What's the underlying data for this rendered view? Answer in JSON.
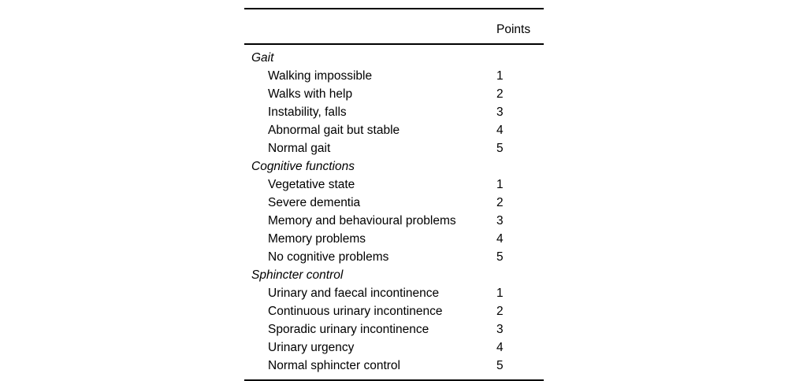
{
  "table": {
    "columns": [
      {
        "key": "label",
        "header": ""
      },
      {
        "key": "points",
        "header": "Points"
      }
    ],
    "sections": [
      {
        "name": "Gait",
        "items": [
          {
            "label": "Walking impossible",
            "points": "1"
          },
          {
            "label": "Walks with help",
            "points": "2"
          },
          {
            "label": "Instability, falls",
            "points": "3"
          },
          {
            "label": "Abnormal gait but stable",
            "points": "4"
          },
          {
            "label": "Normal gait",
            "points": "5"
          }
        ]
      },
      {
        "name": "Cognitive functions",
        "items": [
          {
            "label": "Vegetative state",
            "points": "1"
          },
          {
            "label": "Severe dementia",
            "points": "2"
          },
          {
            "label": "Memory and behavioural problems",
            "points": "3"
          },
          {
            "label": "Memory problems",
            "points": "4"
          },
          {
            "label": "No cognitive problems",
            "points": "5"
          }
        ]
      },
      {
        "name": "Sphincter control",
        "items": [
          {
            "label": "Urinary and faecal incontinence",
            "points": "1"
          },
          {
            "label": "Continuous urinary incontinence",
            "points": "2"
          },
          {
            "label": "Sporadic urinary incontinence",
            "points": "3"
          },
          {
            "label": "Urinary urgency",
            "points": "4"
          },
          {
            "label": "Normal sphincter control",
            "points": "5"
          }
        ]
      }
    ]
  },
  "colors": {
    "background": "#ffffff",
    "text": "#000000",
    "rule": "#000000"
  }
}
